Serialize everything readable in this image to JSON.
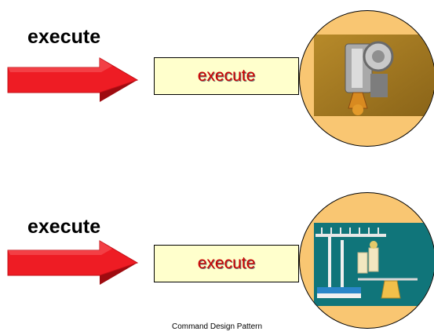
{
  "rows": [
    {
      "label": "execute",
      "box_text": "execute",
      "picture": "mechanical-device-icon"
    },
    {
      "label": "execute",
      "box_text": "execute",
      "picture": "lab-apparatus-icon"
    }
  ],
  "footer": "Command Design Pattern",
  "colors": {
    "arrow": "#ee1c24",
    "arrow_shade": "#9e0b10",
    "box_fill": "#ffffcc",
    "box_text": "#cc0000",
    "circle_fill": "#f9c672"
  }
}
